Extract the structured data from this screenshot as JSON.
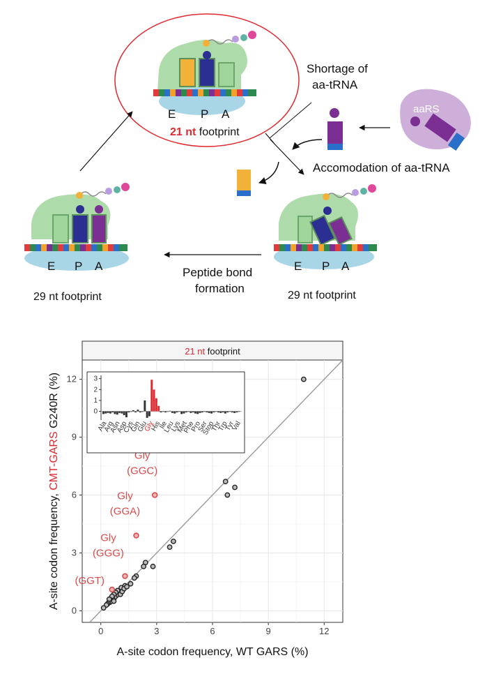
{
  "diagram": {
    "top_footprint_number": "21 nt",
    "top_footprint_rest": " footprint",
    "left_footprint": "29 nt footprint",
    "right_footprint": "29 nt footprint",
    "shortage_line1": "Shortage of",
    "shortage_line2": "aa-tRNA",
    "accommodation": "Accomodation of aa-tRNA",
    "peptide_line1": "Peptide bond",
    "peptide_line2": "formation",
    "aars": "aaRS",
    "site_E": "E",
    "site_P": "P",
    "site_A": "A",
    "colors": {
      "ellipse": "#e0282e",
      "ribosome_large": "#9fd59a",
      "ribosome_small": "#a9d6e6",
      "trna_p": "#2b2f91",
      "trna_e": "#f2b23a",
      "trna_a": "#7b2f93",
      "aars": "#c9a6d6"
    }
  },
  "chart_data": {
    "type": "scatter",
    "strip_title_red": "21 nt",
    "strip_title_rest": " footprint",
    "xlabel": "A-site codon frequency, WT GARS (%)",
    "ylabel_left": "A-site codon frequency, ",
    "ylabel_red": "CMT-GARS",
    "ylabel_right": " G240R (%)",
    "xlim": [
      -1,
      13
    ],
    "ylim": [
      -0.6,
      13
    ],
    "xticks": [
      "0",
      "3",
      "6",
      "9",
      "12"
    ],
    "yticks": [
      "0",
      "3",
      "6",
      "9",
      "12"
    ],
    "grid": true,
    "diagonal": true,
    "points": [
      {
        "x": 10.9,
        "y": 12.0
      },
      {
        "x": 6.7,
        "y": 6.7
      },
      {
        "x": 7.2,
        "y": 6.4
      },
      {
        "x": 6.8,
        "y": 6.0
      },
      {
        "x": 3.9,
        "y": 3.6
      },
      {
        "x": 3.7,
        "y": 3.3
      },
      {
        "x": 2.8,
        "y": 2.3
      },
      {
        "x": 2.4,
        "y": 2.5
      },
      {
        "x": 2.3,
        "y": 2.3
      },
      {
        "x": 1.9,
        "y": 1.8
      },
      {
        "x": 1.8,
        "y": 1.7
      },
      {
        "x": 1.6,
        "y": 1.4
      },
      {
        "x": 1.3,
        "y": 1.3
      },
      {
        "x": 1.2,
        "y": 1.1
      },
      {
        "x": 1.1,
        "y": 1.2
      },
      {
        "x": 1.0,
        "y": 1.0
      },
      {
        "x": 0.95,
        "y": 0.9
      },
      {
        "x": 0.9,
        "y": 1.05
      },
      {
        "x": 0.85,
        "y": 0.8
      },
      {
        "x": 0.8,
        "y": 0.95
      },
      {
        "x": 0.75,
        "y": 0.7
      },
      {
        "x": 0.7,
        "y": 0.85
      },
      {
        "x": 0.65,
        "y": 0.6
      },
      {
        "x": 0.6,
        "y": 0.75
      },
      {
        "x": 0.55,
        "y": 0.55
      },
      {
        "x": 0.5,
        "y": 0.45
      },
      {
        "x": 0.45,
        "y": 0.6
      },
      {
        "x": 0.4,
        "y": 0.4
      },
      {
        "x": 0.35,
        "y": 0.35
      },
      {
        "x": 0.3,
        "y": 0.3
      },
      {
        "x": 0.15,
        "y": 0.15
      },
      {
        "x": 1.05,
        "y": 0.85
      },
      {
        "x": 1.15,
        "y": 1.0
      },
      {
        "x": 1.25,
        "y": 1.15
      },
      {
        "x": 1.4,
        "y": 1.25
      },
      {
        "x": 0.7,
        "y": 0.5
      }
    ],
    "highlight_points": [
      {
        "label1": "Gly",
        "label2": "(GGC)",
        "x": 2.9,
        "y": 6.0
      },
      {
        "label1": "Gly",
        "label2": "(GGA)",
        "x": 1.9,
        "y": 3.9
      },
      {
        "label1": "Gly",
        "label2": "(GGG)",
        "x": 1.3,
        "y": 1.8
      },
      {
        "label1": "",
        "label2": "(GGT)",
        "x": 0.6,
        "y": 1.1
      }
    ],
    "inset": {
      "type": "bar",
      "yticks": [
        "0",
        "1",
        "2",
        "3"
      ],
      "ylim": [
        -0.8,
        3.3
      ],
      "categories": [
        "Ala",
        "Arg",
        "Asn",
        "Asp",
        "Cys",
        "Gln",
        "Glu",
        "Gly",
        "His",
        "Ile",
        "Leu",
        "Lys",
        "Met",
        "Phe",
        "Pro",
        "Ser",
        "Stop",
        "Thr",
        "Trp",
        "Tyr",
        "Val"
      ],
      "highlight_category": "Gly",
      "values": [
        -0.25,
        -0.2,
        -0.15,
        -0.2,
        -0.1,
        -0.25,
        -0.3,
        -0.15,
        -0.2,
        -0.35,
        -0.55,
        -0.1,
        -0.05,
        0.1,
        -0.1,
        0.15,
        -0.1,
        -0.05,
        1.0,
        -0.6,
        -0.45,
        2.9,
        2.0,
        1.2,
        0.5,
        -0.1,
        -0.05,
        -0.1,
        -0.05,
        0.05,
        -0.15,
        -0.2,
        -0.1,
        -0.05,
        -0.25,
        -0.2,
        -0.1,
        -0.05,
        -0.15,
        -0.1,
        -0.2,
        -0.25,
        -0.15,
        -0.1,
        -0.05,
        -0.1,
        -0.15,
        -0.2,
        -0.1,
        -0.05,
        -0.1,
        -0.15,
        -0.1,
        -0.2,
        -0.1,
        -0.05,
        -0.1,
        -0.15,
        -0.1,
        -0.05
      ],
      "red_indices": [
        21,
        22,
        23,
        24
      ]
    },
    "colors": {
      "points": "#222222",
      "highlight": "#d94a4a",
      "grid": "#e6e6e6",
      "diagonal": "#9a9a9a",
      "panel_border": "#333333"
    }
  }
}
